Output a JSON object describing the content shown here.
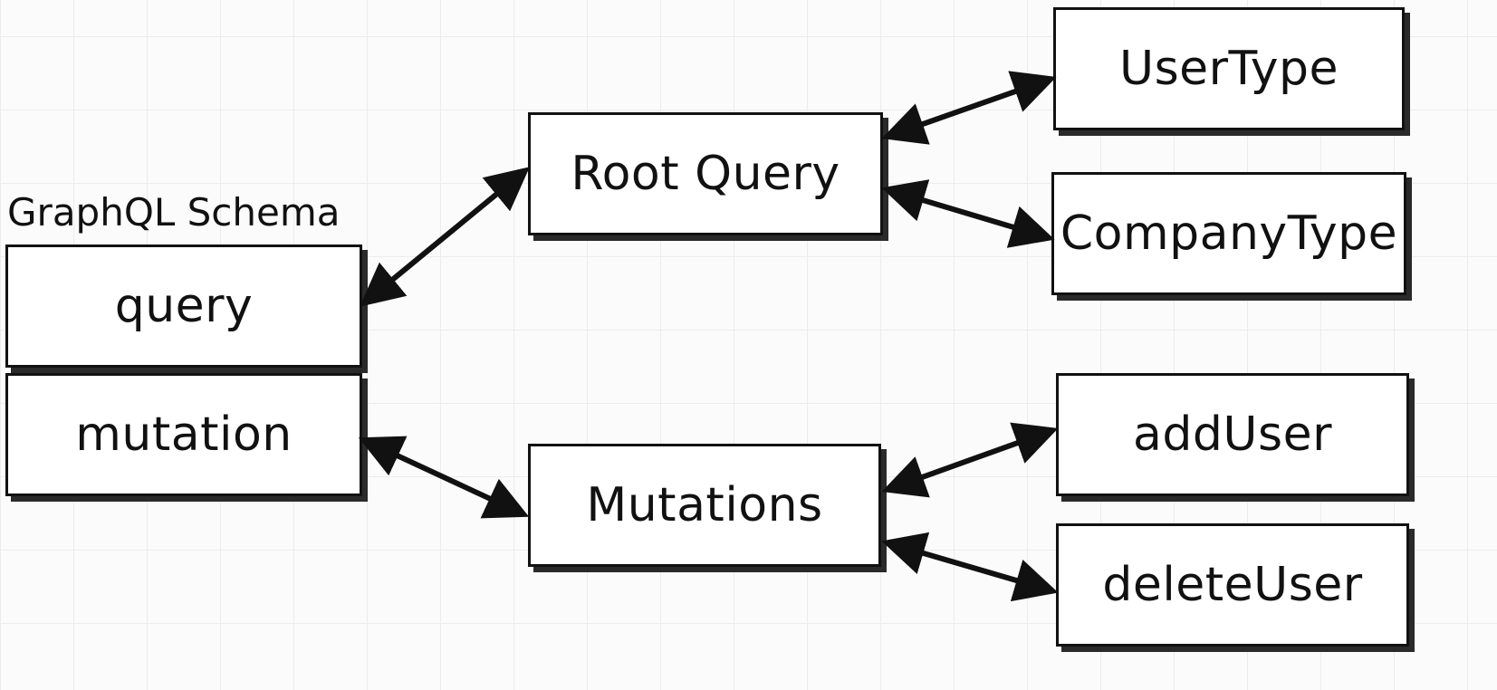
{
  "diagram": {
    "schema_title": "GraphQL Schema",
    "nodes": {
      "query": "query",
      "mutation": "mutation",
      "root_query": "Root Query",
      "mutations": "Mutations",
      "user_type": "UserType",
      "company_type": "CompanyType",
      "add_user": "addUser",
      "delete_user": "deleteUser"
    }
  }
}
